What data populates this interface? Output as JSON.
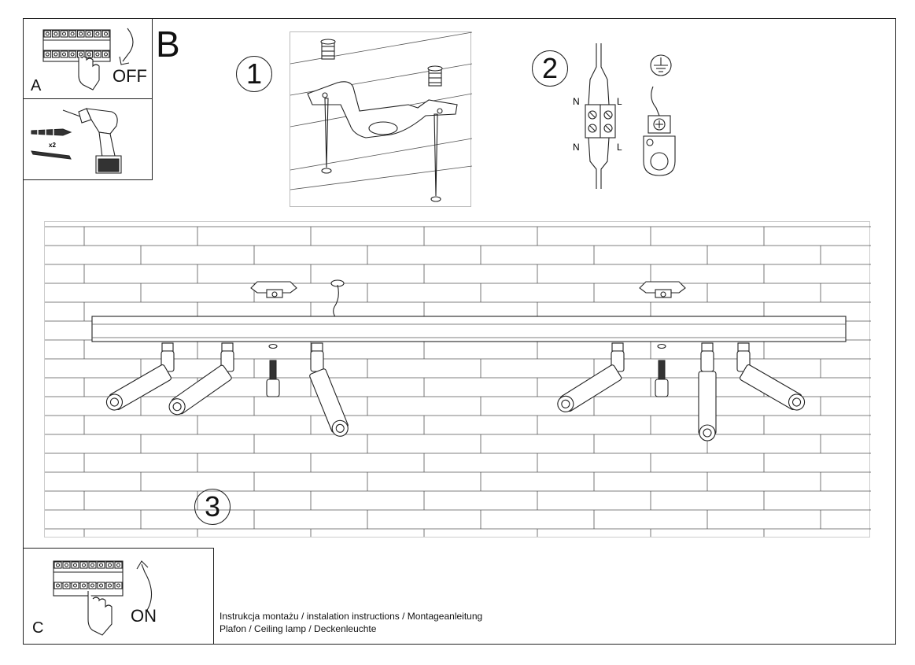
{
  "labels": {
    "step_a": "A",
    "off": "OFF",
    "step_b": "B",
    "step_c": "C",
    "on": "ON",
    "drill_qty": "x2",
    "neutral": "N",
    "live": "L"
  },
  "steps": {
    "one": "1",
    "two": "2",
    "three": "3"
  },
  "captions": {
    "line1": "Instrukcja montażu / instalation instructions / Montageanleitung",
    "line2": "Plafon / Ceiling lamp / Deckenleuchte"
  },
  "spotlights": [
    {
      "name": "spot-1",
      "angle": 60
    },
    {
      "name": "spot-2",
      "angle": 55
    },
    {
      "name": "spot-3",
      "angle": -22
    },
    {
      "name": "spot-4",
      "angle": 58
    },
    {
      "name": "spot-5",
      "angle": 0
    },
    {
      "name": "spot-6",
      "angle": -60
    }
  ],
  "colors": {
    "stroke": "#222222",
    "background": "#ffffff"
  }
}
